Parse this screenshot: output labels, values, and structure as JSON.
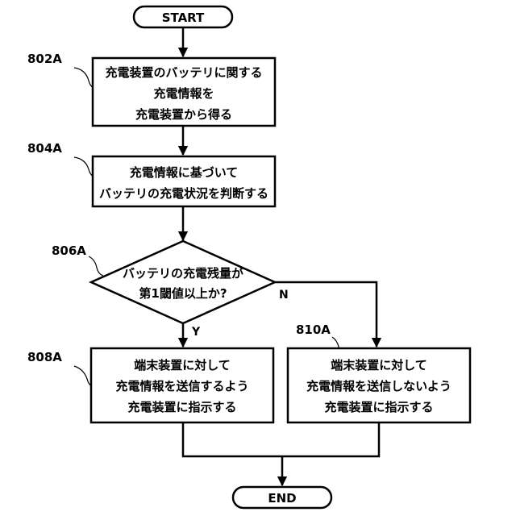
{
  "start": {
    "label": "START"
  },
  "end": {
    "label": "END"
  },
  "step_802a": {
    "ref": "802A",
    "lines": [
      "充電装置のバッテリに関する",
      "充電情報を",
      "充電装置から得る"
    ]
  },
  "step_804a": {
    "ref": "804A",
    "lines": [
      "充電情報に基づいて",
      "バッテリの充電状況を判断する"
    ]
  },
  "step_806a": {
    "ref": "806A",
    "lines": [
      "バッテリの充電残量が",
      "第1閾値以上か?"
    ],
    "yes_label": "Y",
    "no_label": "N"
  },
  "step_808a": {
    "ref": "808A",
    "lines": [
      "端末装置に対して",
      "充電情報を送信するよう",
      "充電装置に指示する"
    ]
  },
  "step_810a": {
    "ref": "810A",
    "lines": [
      "端末装置に対して",
      "充電情報を送信しないよう",
      "充電装置に指示する"
    ]
  }
}
